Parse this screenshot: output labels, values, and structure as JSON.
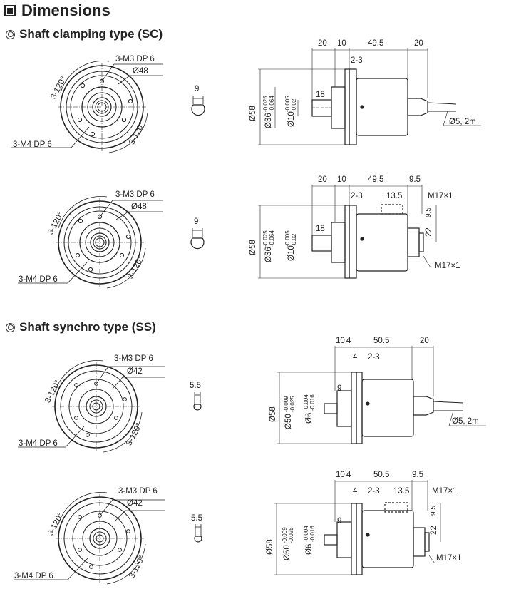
{
  "heading": "Dimensions",
  "sections": {
    "sc": "Shaft clamping type (SC)",
    "ss": "Shaft synchro type (SS)"
  },
  "diagrams": [
    {
      "front": {
        "hole_m3": "3-M3 DP 6",
        "pcd": "Ø48",
        "hole_m4": "3-M4 DP 6",
        "angle_a": "3-120°",
        "angle_b": "3-120°"
      },
      "flat": "9",
      "side": {
        "d1": "20",
        "d2": "10",
        "d3": "49.5",
        "d4": "20",
        "d5": "2-3",
        "d6": "18",
        "od": "Ø58",
        "spig": "Ø36",
        "spig_tol_u": "-0.025",
        "spig_tol_l": "-0.064",
        "shaft": "Ø10",
        "shaft_tol_u": "-0.005",
        "shaft_tol_l": "-0.02",
        "cable": "Ø5, 2m"
      }
    },
    {
      "front": {
        "hole_m3": "3-M3 DP 6",
        "pcd": "Ø48",
        "hole_m4": "3-M4 DP 6",
        "angle_a": "3-120°",
        "angle_b": "3-120°"
      },
      "flat": "9",
      "side": {
        "d1": "20",
        "d2": "10",
        "d3": "49.5",
        "d4": "9.5",
        "d5": "2-3",
        "d6": "18",
        "d7": "13.5",
        "d8": "9.5",
        "d9": "22",
        "conn1": "M17×1",
        "conn2": "M17×1",
        "od": "Ø58",
        "spig": "Ø36",
        "spig_tol_u": "-0.025",
        "spig_tol_l": "-0.064",
        "shaft": "Ø10",
        "shaft_tol_u": "-0.005",
        "shaft_tol_l": "-0.02"
      }
    },
    {
      "front": {
        "hole_m3": "3-M3 DP 6",
        "pcd": "Ø42",
        "hole_m4": "3-M4 DP 6",
        "angle_a": "3-120°",
        "angle_b": "3-120°"
      },
      "flat": "5.5",
      "side": {
        "d1": "10",
        "d2": "4",
        "d3": "50.5",
        "d4": "20",
        "d5": "4",
        "d6": "2-3",
        "d7": "9",
        "od": "Ø58",
        "spig": "Ø50",
        "spig_tol_u": "-0.009",
        "spig_tol_l": "-0.025",
        "shaft": "Ø6",
        "shaft_tol_u": "-0.004",
        "shaft_tol_l": "-0.016",
        "cable": "Ø5, 2m"
      }
    },
    {
      "front": {
        "hole_m3": "3-M3 DP 6",
        "pcd": "Ø42",
        "hole_m4": "3-M4 DP 6",
        "angle_a": "3-120°",
        "angle_b": "3-120°"
      },
      "flat": "5.5",
      "side": {
        "d1": "10",
        "d2": "4",
        "d3": "50.5",
        "d4": "9.5",
        "d5": "4",
        "d6": "2-3",
        "d7": "13.5",
        "d8": "9",
        "d9": "9.5",
        "d10": "22",
        "conn1": "M17×1",
        "conn2": "M17×1",
        "od": "Ø58",
        "spig": "Ø50",
        "spig_tol_u": "-0.009",
        "spig_tol_l": "-0.025",
        "shaft": "Ø6",
        "shaft_tol_u": "-0.004",
        "shaft_tol_l": "-0.016"
      }
    }
  ]
}
